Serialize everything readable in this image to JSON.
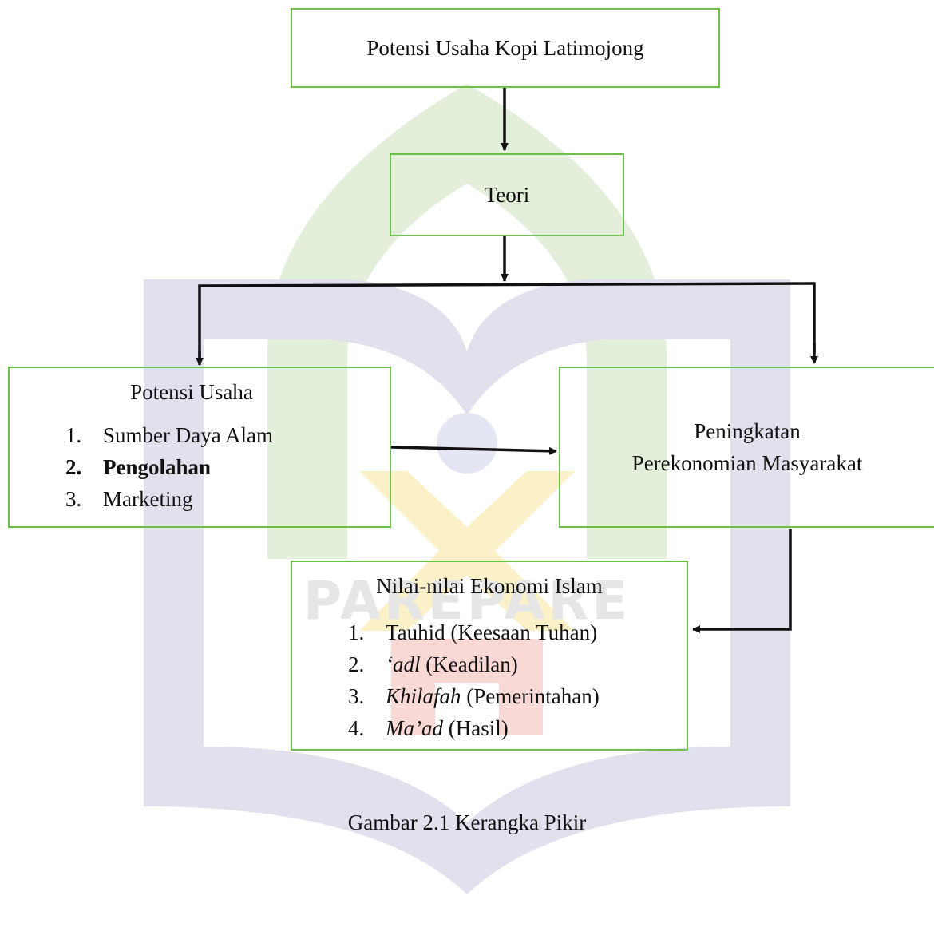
{
  "watermark": {
    "text": "PAREPARE",
    "colors": {
      "green": "#e3eedb",
      "blue": "#e1e1ee",
      "yellow": "#fbf1c9",
      "red": "#f9d9d5"
    }
  },
  "boxes": {
    "top": {
      "label": "Potensi Usaha Kopi Latimojong"
    },
    "teori": {
      "label": "Teori"
    },
    "potensi_usaha": {
      "title": "Potensi Usaha",
      "items": [
        {
          "num": "1.",
          "text": "Sumber Daya Alam"
        },
        {
          "num": "2.",
          "text": "Pengolahan"
        },
        {
          "num": "3.",
          "text": "Marketing"
        }
      ]
    },
    "peningkatan": {
      "line1": "Peningkatan",
      "line2": "Perekonomian Masyarakat"
    },
    "nilai": {
      "title": "Nilai-nilai Ekonomi Islam",
      "items": [
        {
          "num": "1.",
          "term": "Tauhid",
          "gloss": "(Keesaan Tuhan)"
        },
        {
          "num": "2.",
          "term": "‘adl",
          "gloss": "(Keadilan)"
        },
        {
          "num": "3.",
          "term": "Khilafah",
          "gloss": "(Pemerintahan)"
        },
        {
          "num": "4.",
          "term": "Ma’ad",
          "gloss": "(Hasil)"
        }
      ]
    }
  },
  "caption": "Gambar 2.1 Kerangka Pikir",
  "colors": {
    "box_border": "#6cbf4a",
    "arrow": "#111111"
  }
}
